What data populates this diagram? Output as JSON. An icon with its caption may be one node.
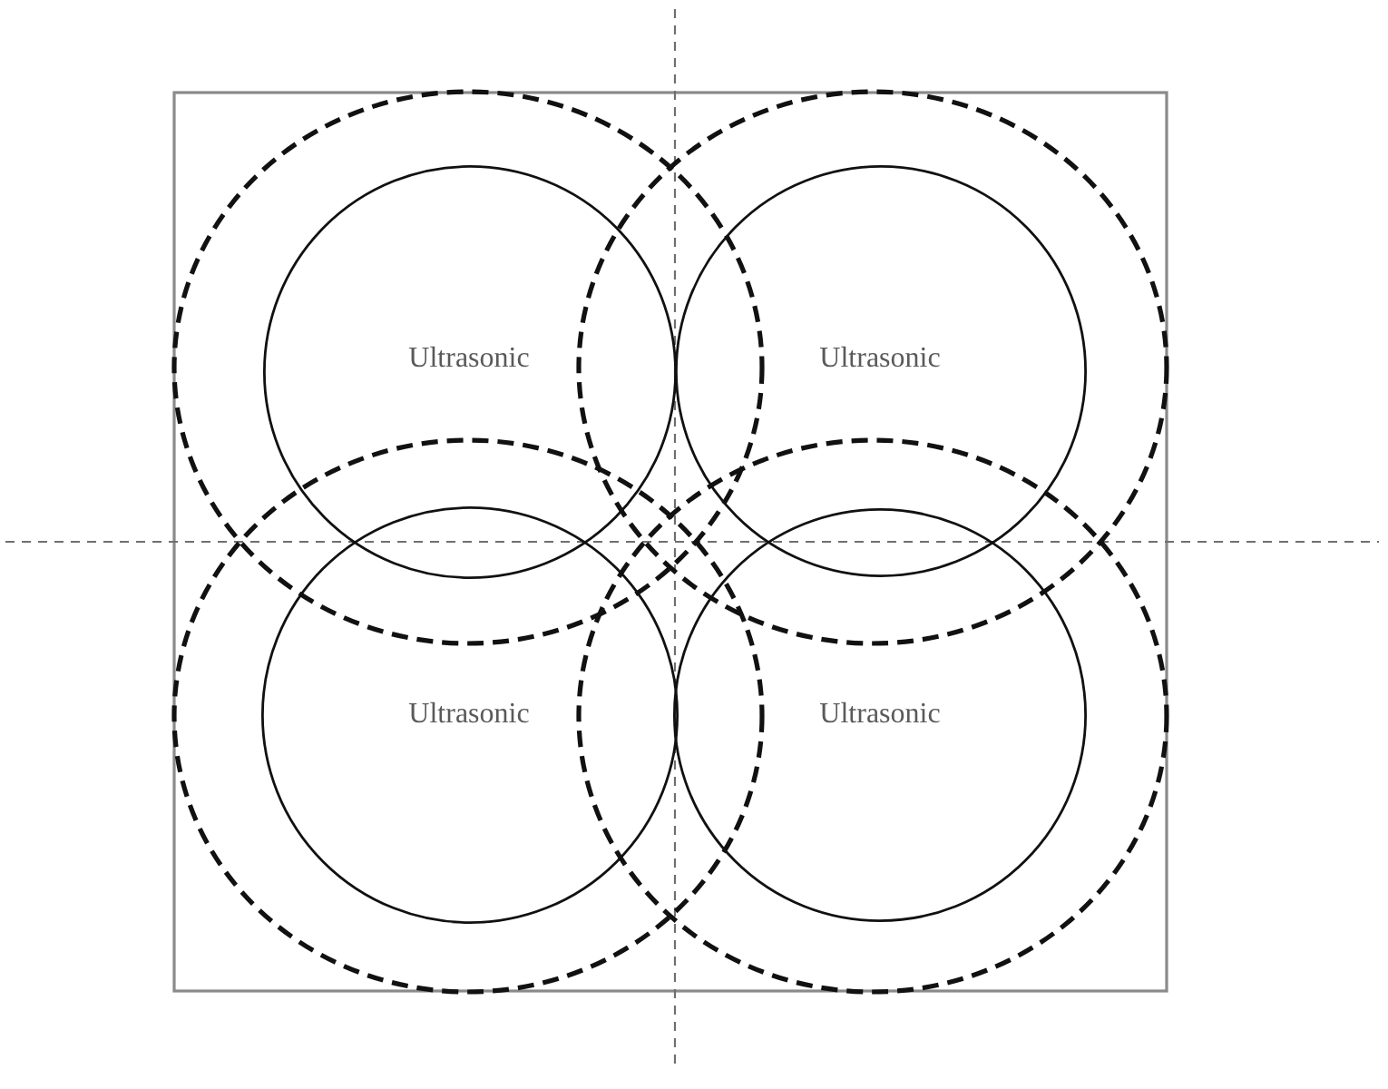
{
  "diagram": {
    "nodes": [
      {
        "text": [
          "Ultrasonic"
        ]
      },
      {
        "text": [
          "Ultrasonic"
        ]
      },
      {
        "text": [
          "Ultrasonic"
        ]
      },
      {
        "text": [
          "Ultrasonic"
        ]
      }
    ]
  }
}
